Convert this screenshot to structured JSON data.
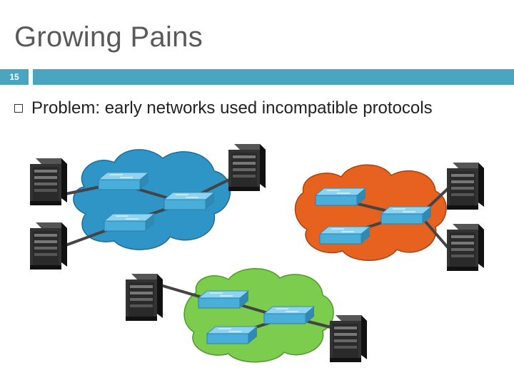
{
  "slide": {
    "title": "Growing Pains",
    "number": "15",
    "bullet_text": "Problem: early networks used incompatible protocols"
  },
  "colors": {
    "accent": "#4aa5c1",
    "cloud_blue": "#2f94c6",
    "cloud_orange": "#e8621f",
    "cloud_green": "#7ccc4e",
    "switch": "#5bb8e0",
    "server": "#2c2c2c"
  },
  "networks": [
    {
      "cloud": "blue",
      "switches": 3,
      "servers": 3
    },
    {
      "cloud": "orange",
      "switches": 3,
      "servers": 2
    },
    {
      "cloud": "green",
      "switches": 3,
      "servers": 2
    }
  ],
  "icons": [
    "server-icon",
    "switch-icon",
    "cloud-icon",
    "square-bullet-icon"
  ]
}
